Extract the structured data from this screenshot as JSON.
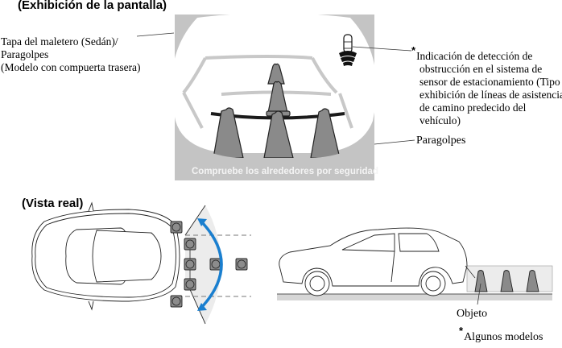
{
  "sections": {
    "display_title": "(Exhibición de la pantalla)",
    "real_view_title": "(Vista real)"
  },
  "screen": {
    "caption": "Compruebe los alrededores por seguridad"
  },
  "labels": {
    "trunk_lid": [
      "Tapa del maletero (Sedán)/",
      "Paragolpes",
      "(Modelo con compuerta trasera)"
    ],
    "sensor_indicator_marker": "*",
    "sensor_indicator": [
      "Indicación de detección de",
      "obstrucción en el sistema de",
      "sensor de estacionamiento (Tipo",
      "exhibición de líneas de asistencia",
      "de camino predecido del",
      "vehículo)"
    ],
    "bumper": "Paragolpes",
    "object": "Objeto",
    "footnote_marker": "*",
    "footnote": "Algunos modelos"
  },
  "colors": {
    "screen_frame": "#c4c4c4",
    "cone_fill": "#8a8a8a",
    "guide_line": "#c8c8c8",
    "path_line": "#1a1a1a",
    "sweep_arrow": "#1a7fcf",
    "sweep_area": "#ececec",
    "sensor_box": "#8c8c8c",
    "ground": "#d6d6d6"
  }
}
